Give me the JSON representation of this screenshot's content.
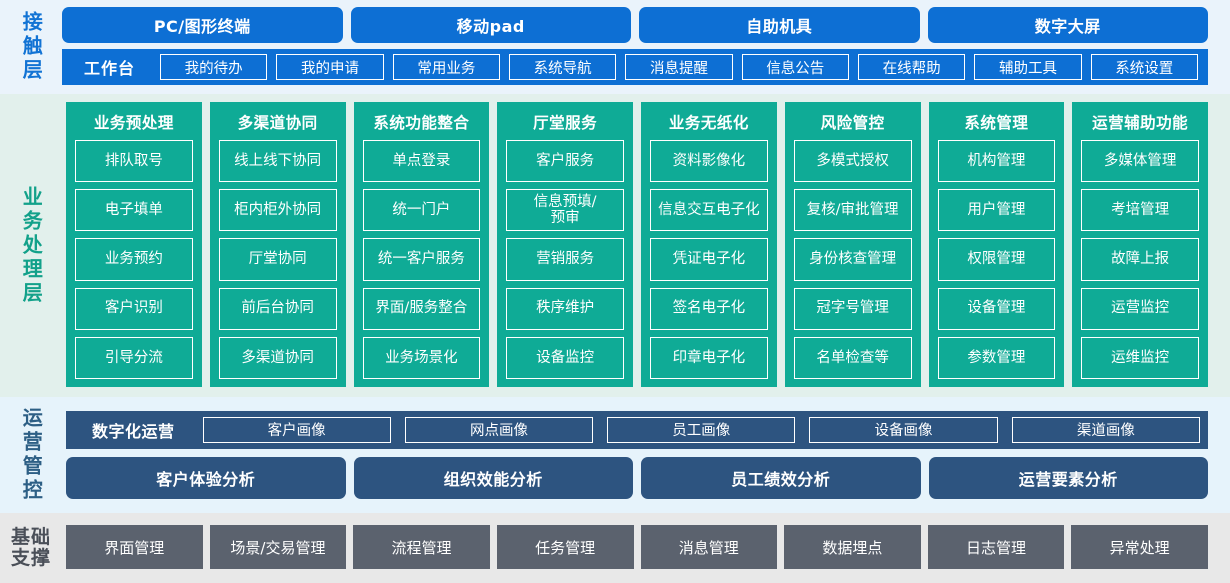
{
  "contact_layer": {
    "label": "接触层",
    "channels": [
      "PC/图形终端",
      "移动pad",
      "自助机具",
      "数字大屏"
    ],
    "workbench_title": "工作台",
    "workbench_items": [
      "我的待办",
      "我的申请",
      "常用业务",
      "系统导航",
      "消息提醒",
      "信息公告",
      "在线帮助",
      "辅助工具",
      "系统设置"
    ]
  },
  "business_layer": {
    "label": "业务处理层",
    "columns": [
      {
        "title": "业务预处理",
        "items": [
          "排队取号",
          "电子填单",
          "业务预约",
          "客户识别",
          "引导分流"
        ]
      },
      {
        "title": "多渠道协同",
        "items": [
          "线上线下协同",
          "柜内柜外协同",
          "厅堂协同",
          "前后台协同",
          "多渠道协同"
        ]
      },
      {
        "title": "系统功能整合",
        "items": [
          "单点登录",
          "统一门户",
          "统一客户服务",
          "界面/服务整合",
          "业务场景化"
        ]
      },
      {
        "title": "厅堂服务",
        "items": [
          "客户服务",
          "信息预填/\n预审",
          "营销服务",
          "秩序维护",
          "设备监控"
        ]
      },
      {
        "title": "业务无纸化",
        "items": [
          "资料影像化",
          "信息交互电子化",
          "凭证电子化",
          "签名电子化",
          "印章电子化"
        ]
      },
      {
        "title": "风险管控",
        "items": [
          "多模式授权",
          "复核/审批管理",
          "身份核查管理",
          "冠字号管理",
          "名单检查等"
        ]
      },
      {
        "title": "系统管理",
        "items": [
          "机构管理",
          "用户管理",
          "权限管理",
          "设备管理",
          "参数管理"
        ]
      },
      {
        "title": "运营辅助功能",
        "items": [
          "多媒体管理",
          "考培管理",
          "故障上报",
          "运营监控",
          "运维监控"
        ]
      }
    ]
  },
  "operations_layer": {
    "label": "运营管控",
    "portrait_title": "数字化运营",
    "portrait_items": [
      "客户画像",
      "网点画像",
      "员工画像",
      "设备画像",
      "渠道画像"
    ],
    "analysis_items": [
      "客户体验分析",
      "组织效能分析",
      "员工绩效分析",
      "运营要素分析"
    ]
  },
  "base_layer": {
    "label_line1": "基础",
    "label_line2": "支撑",
    "items": [
      "界面管理",
      "场景/交易管理",
      "流程管理",
      "任务管理",
      "消息管理",
      "数据埋点",
      "日志管理",
      "异常处理"
    ]
  },
  "colors": {
    "contact_blue": "#0d6fd4",
    "contact_bg": "#eaf3fb",
    "business_teal": "#0fab96",
    "business_bg": "#e2f0ec",
    "operations_navy": "#2d5480",
    "operations_bg": "#e6f3fb",
    "base_gray": "#5b626e",
    "base_bg": "#e8e8e8"
  }
}
